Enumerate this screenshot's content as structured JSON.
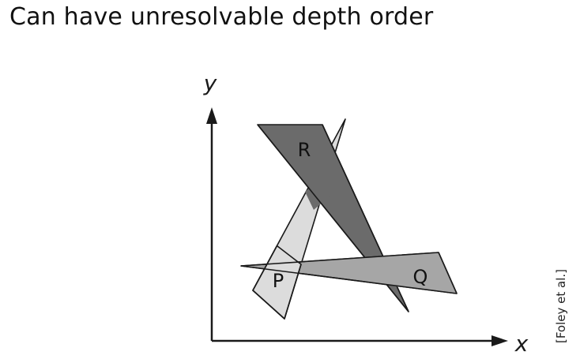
{
  "slide": {
    "title": "Can have unresolvable depth order"
  },
  "diagram": {
    "axes": {
      "x_label": "x",
      "y_label": "y"
    },
    "polygons": [
      {
        "label": "R",
        "fill": "#6b6b6b"
      },
      {
        "label": "P",
        "fill": "#dcdcdc"
      },
      {
        "label": "Q",
        "fill": "#a6a6a6"
      }
    ],
    "colors": {
      "stroke": "#1a1a1a",
      "axis": "#1a1a1a",
      "background": "#ffffff"
    }
  },
  "citation": "[Foley et al.]"
}
